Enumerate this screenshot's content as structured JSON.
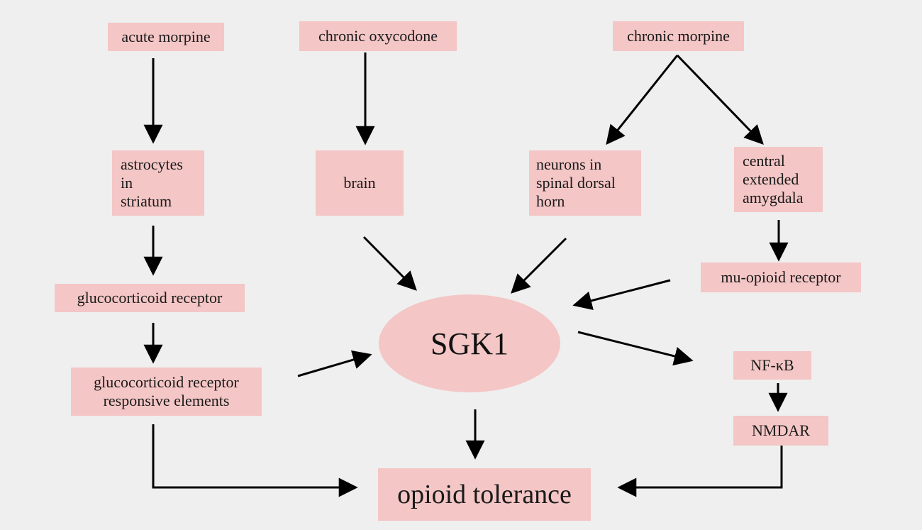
{
  "nodes": {
    "acute_morphine": "acute morpine",
    "chronic_oxycodone": "chronic oxycodone",
    "chronic_morphine": "chronic morpine",
    "astrocytes": "astrocytes\nin\nstriatum",
    "brain": "brain",
    "neurons": "neurons in\nspinal dorsal\nhorn",
    "central_amygdala": "central\nextended\namygdala",
    "gr": "glucocorticoid receptor",
    "gre": "glucocorticoid receptor\nresponsive elements",
    "mu_receptor": "mu-opioid receptor",
    "sgk1": "SGK1",
    "nfkb": "NF-κB",
    "nmdar": "NMDAR",
    "tolerance": "opioid tolerance"
  },
  "colors": {
    "box_fill": "#f4c6c6",
    "background": "#efefef",
    "arrow": "#000000"
  }
}
